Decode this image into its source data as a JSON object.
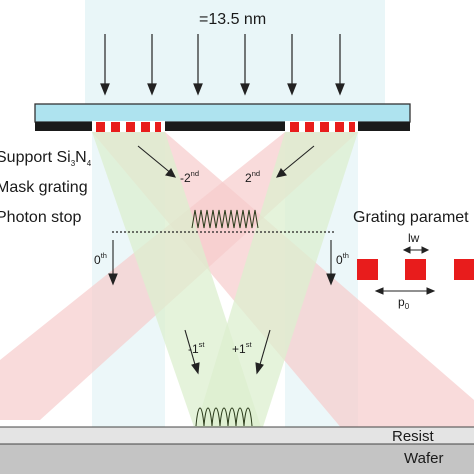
{
  "wavelength_label": "=13.5 nm",
  "labels": {
    "support_prefix": "Support Si",
    "support_sub1": "3",
    "support_mid": "N",
    "support_sub2": "4",
    "mask_grating": "Mask grating",
    "photon_stop": "Photon stop",
    "grating_params": "Grating paramet",
    "resist": "Resist",
    "wafer": "Wafer"
  },
  "orders": {
    "m2": {
      "base": "-2",
      "sup": "nd"
    },
    "p2": {
      "base": "2",
      "sup": "nd"
    },
    "zero_left": {
      "base": "0",
      "sup": "th"
    },
    "zero_right": {
      "base": "0",
      "sup": "th"
    },
    "m1": {
      "base": "-1",
      "sup": "st"
    },
    "p1": {
      "base": "+1",
      "sup": "st"
    }
  },
  "grating_param_labels": {
    "lw": "lw",
    "p_base": "p",
    "p_sub": "0"
  },
  "colors": {
    "mask_fill": "#aee3ef",
    "mask_border": "#333333",
    "absorber": "#1a1a1a",
    "grating_red": "#e81c1c",
    "beam_light": "#e9f6f8",
    "beam_red": "#f6cccc",
    "beam_green": "#dcefcf",
    "resist_fill": "#e4e4e4",
    "wafer_fill": "#c4c4c4"
  }
}
